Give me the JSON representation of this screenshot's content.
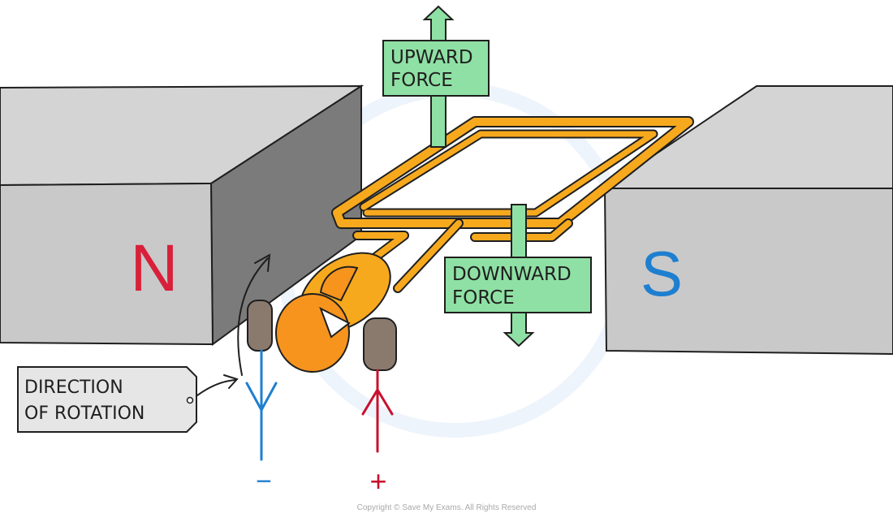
{
  "labels": {
    "upward_force_line1": "UPWARD",
    "upward_force_line2": "FORCE",
    "downward_force_line1": "DOWNWARD",
    "downward_force_line2": "FORCE",
    "rotation_line1": "DIRECTION",
    "rotation_line2": "OF ROTATION",
    "north_pole": "N",
    "south_pole": "S",
    "negative_terminal": "−",
    "positive_terminal": "+"
  },
  "copyright": "Copyright © Save My Exams. All Rights Reserved",
  "colors": {
    "magnet_front": "#c9c9c9",
    "magnet_top": "#d4d4d4",
    "magnet_side": "#7b7b7b",
    "coil": "#f7a91e",
    "commutator": "#f7941d",
    "brush": "#8a7a6e",
    "force_box": "#8fe0a4",
    "north_text": "#d8203b",
    "south_text": "#1e7fd0",
    "negative_wire": "#1e7fd0",
    "positive_wire": "#c8102e"
  }
}
